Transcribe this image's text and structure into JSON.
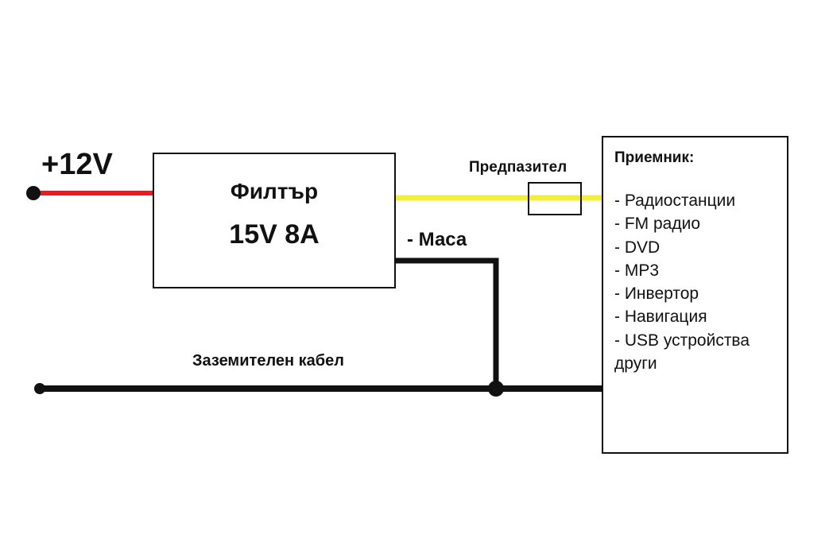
{
  "diagram": {
    "supply_label": "+12V",
    "filter": {
      "title": "Филтър",
      "spec": "15V 8A"
    },
    "fuse_label": "Предпазител",
    "ground_label": "- Маса",
    "ground_cable_label": "Заземителен кабел",
    "receiver": {
      "title": "Приемник:",
      "items": [
        "- Радиостанции",
        "- FM радио",
        "- DVD",
        "- MP3",
        "- Инвертор",
        "- Навигация",
        "- USB устройства",
        "други"
      ]
    },
    "colors": {
      "positive_wire": "#e31e24",
      "switched_wire": "#f3ee3a",
      "ground_wire": "#111111",
      "background": "#ffffff"
    }
  }
}
